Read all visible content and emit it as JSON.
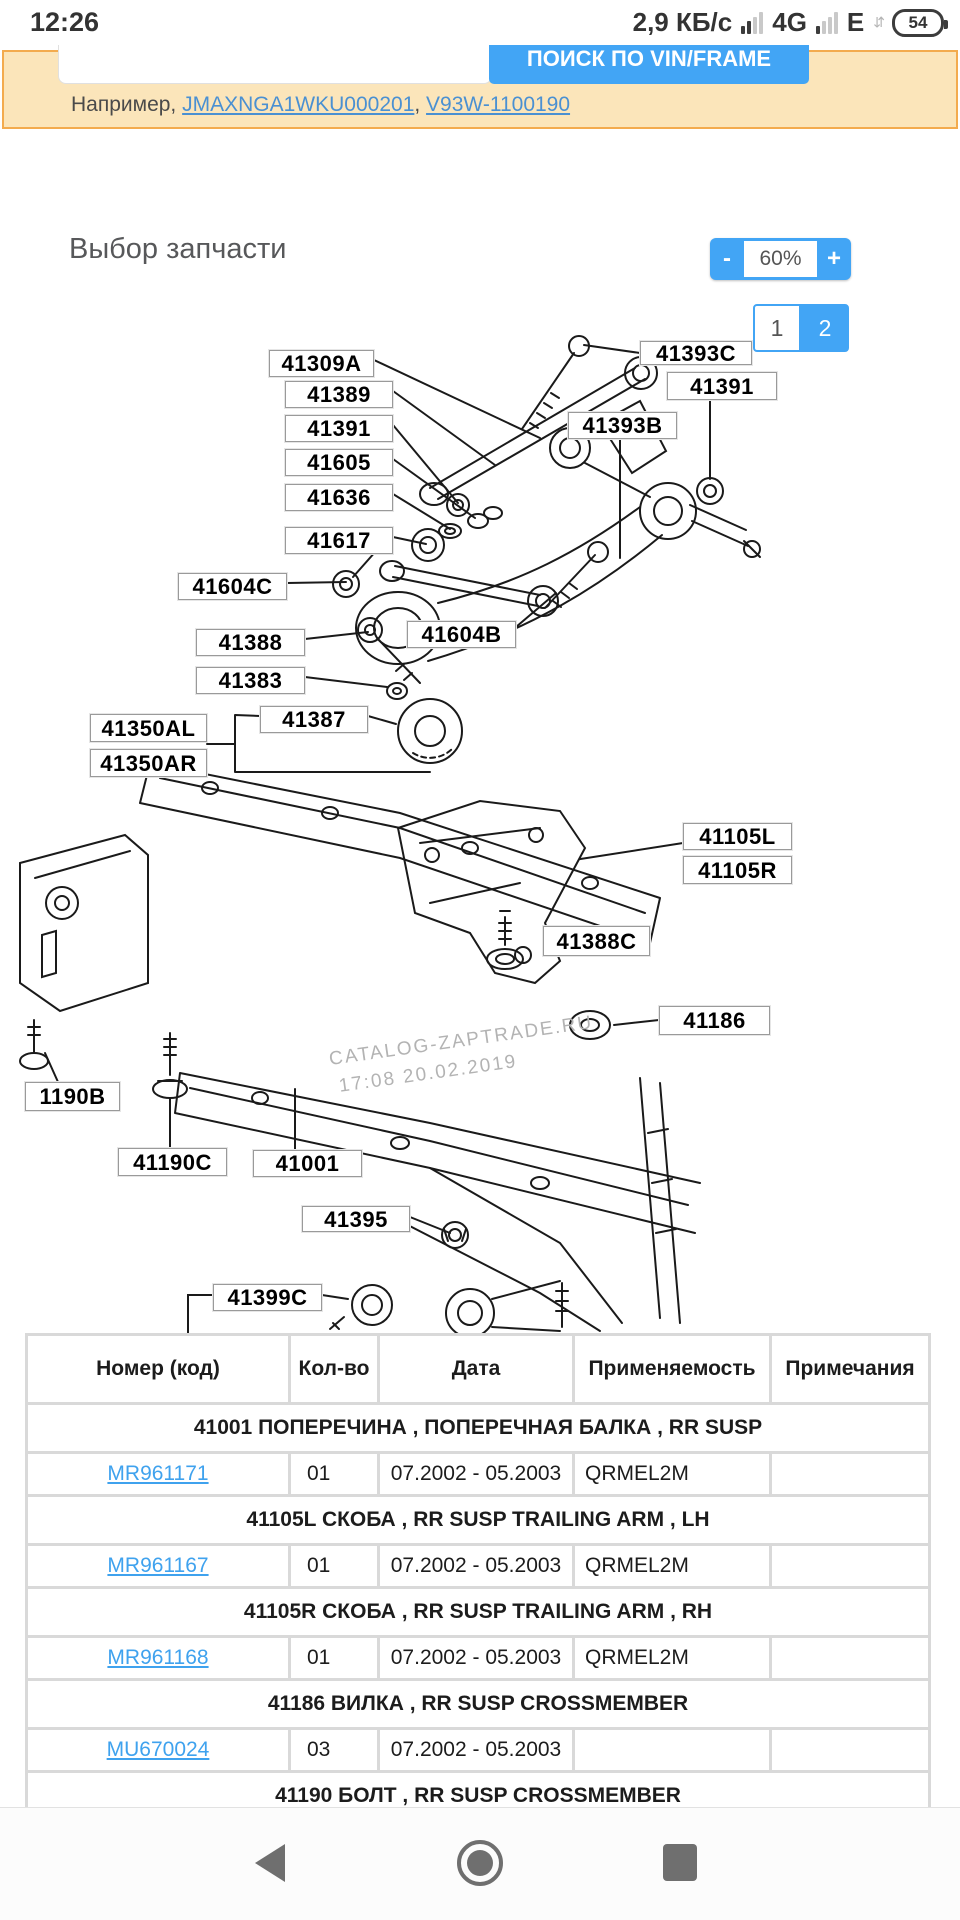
{
  "status_bar": {
    "time": "12:26",
    "net_speed": "2,9 КБ/с",
    "net_type": "4G",
    "net_type2": "E",
    "battery_percent": "54"
  },
  "search_panel": {
    "button_label": "ПОИСК ПО VIN/FRAME",
    "example_prefix": "Например,",
    "example_link1": "JMAXNGA1WKU000201",
    "separator": ", ",
    "example_link2": "V93W-1100190"
  },
  "toolbar": {
    "title": "Выбор запчасти",
    "zoom_out_label": "-",
    "zoom_value": "60%",
    "zoom_in_label": "+",
    "page1_label": "1",
    "page2_label": "2"
  },
  "diagram": {
    "watermark_line1": "CATALOG-ZAPTRADE.RU",
    "watermark_line2": "17:08 20.02.2019",
    "labels": [
      {
        "text": "41309A"
      },
      {
        "text": "41389"
      },
      {
        "text": "41391"
      },
      {
        "text": "41605"
      },
      {
        "text": "41636"
      },
      {
        "text": "41617"
      },
      {
        "text": "41604C"
      },
      {
        "text": "41388"
      },
      {
        "text": "41383"
      },
      {
        "text": "41604B"
      },
      {
        "text": "41387"
      },
      {
        "text": "41350AL"
      },
      {
        "text": "41350AR"
      },
      {
        "text": "41393C"
      },
      {
        "text": "41391"
      },
      {
        "text": "41393B"
      },
      {
        "text": "41105L"
      },
      {
        "text": "41105R"
      },
      {
        "text": "41388C"
      },
      {
        "text": "41186"
      },
      {
        "text": "1190B"
      },
      {
        "text": "41190C"
      },
      {
        "text": "41001"
      },
      {
        "text": "41395"
      },
      {
        "text": "41399C"
      }
    ]
  },
  "table": {
    "headers": [
      "Номер (код)",
      "Кол-во",
      "Дата",
      "Применяемость",
      "Примечания"
    ],
    "rows": [
      {
        "type": "section",
        "text": "41001 ПОПЕРЕЧИНА , ПОПЕРЕЧНАЯ БАЛКА , RR SUSP"
      },
      {
        "type": "part",
        "code": "MR961171",
        "qty": "01",
        "date": "07.2002 - 05.2003",
        "applicability": "QRMEL2M",
        "notes": ""
      },
      {
        "type": "section",
        "text": "41105L СКОБА , RR SUSP TRAILING ARM , LH"
      },
      {
        "type": "part",
        "code": "MR961167",
        "qty": "01",
        "date": "07.2002 - 05.2003",
        "applicability": "QRMEL2M",
        "notes": ""
      },
      {
        "type": "section",
        "text": "41105R СКОБА , RR SUSP TRAILING ARM , RH"
      },
      {
        "type": "part",
        "code": "MR961168",
        "qty": "01",
        "date": "07.2002 - 05.2003",
        "applicability": "QRMEL2M",
        "notes": ""
      },
      {
        "type": "section",
        "text": "41186 ВИЛКА , RR SUSP CROSSMEMBER"
      },
      {
        "type": "part",
        "code": "MU670024",
        "qty": "03",
        "date": "07.2002 - 05.2003",
        "applicability": "",
        "notes": ""
      },
      {
        "type": "section",
        "text": "41190 БОЛТ , RR SUSP CROSSMEMBER"
      }
    ]
  },
  "colors": {
    "accent": "#42a5f5",
    "panel_bg": "#fbe5ba",
    "panel_border": "#f3ab4e",
    "link": "#3fa2ee",
    "example_link": "#4a90d2",
    "nav_icon": "#6f6f6f",
    "grid": "#d9d9d9"
  }
}
